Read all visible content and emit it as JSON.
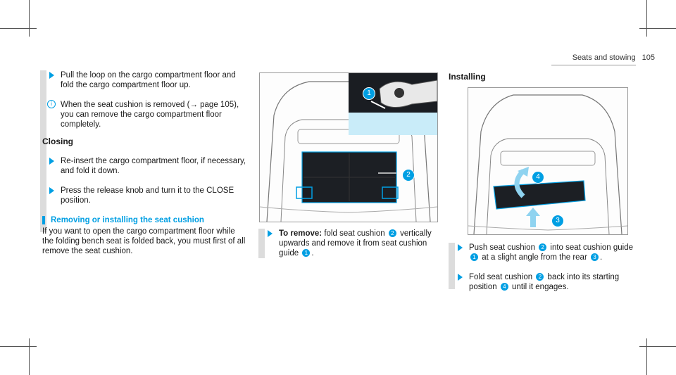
{
  "header": {
    "section": "Seats and stowing",
    "page": "105"
  },
  "left": {
    "step1": "Pull the loop on the cargo compartment floor and fold the cargo compartment floor up.",
    "note": "When the seat cushion is removed (→ page 105), you can remove the cargo compartment floor completely.",
    "closing_heading": "Closing",
    "step2": "Re-insert the cargo compartment floor, if necessary, and fold it down.",
    "step3": "Press the release knob and turn it to the CLOSE position.",
    "section_heading": "Removing or installing the seat cushion",
    "section_text": "If you want to open the cargo compartment floor while the folding bench seat is folded back, you must first of all remove the seat cushion."
  },
  "middle": {
    "remove_label": "To remove:",
    "remove_text_1": "fold seat cushion",
    "remove_text_2": "vertically upwards and remove it from seat cushion guide",
    "remove_end": ".",
    "callouts": [
      "1",
      "2"
    ]
  },
  "right": {
    "installing_heading": "Installing",
    "step1_a": "Push seat cushion",
    "step1_b": "into seat cushion guide",
    "step1_c": "at a slight angle from the rear",
    "step1_end": ".",
    "step2_a": "Fold seat cushion",
    "step2_b": "back into its starting position",
    "step2_c": "until it engages.",
    "callouts": [
      "1",
      "2",
      "3",
      "4"
    ]
  },
  "colors": {
    "accent": "#009fe3",
    "panel": "#1c1f24"
  }
}
